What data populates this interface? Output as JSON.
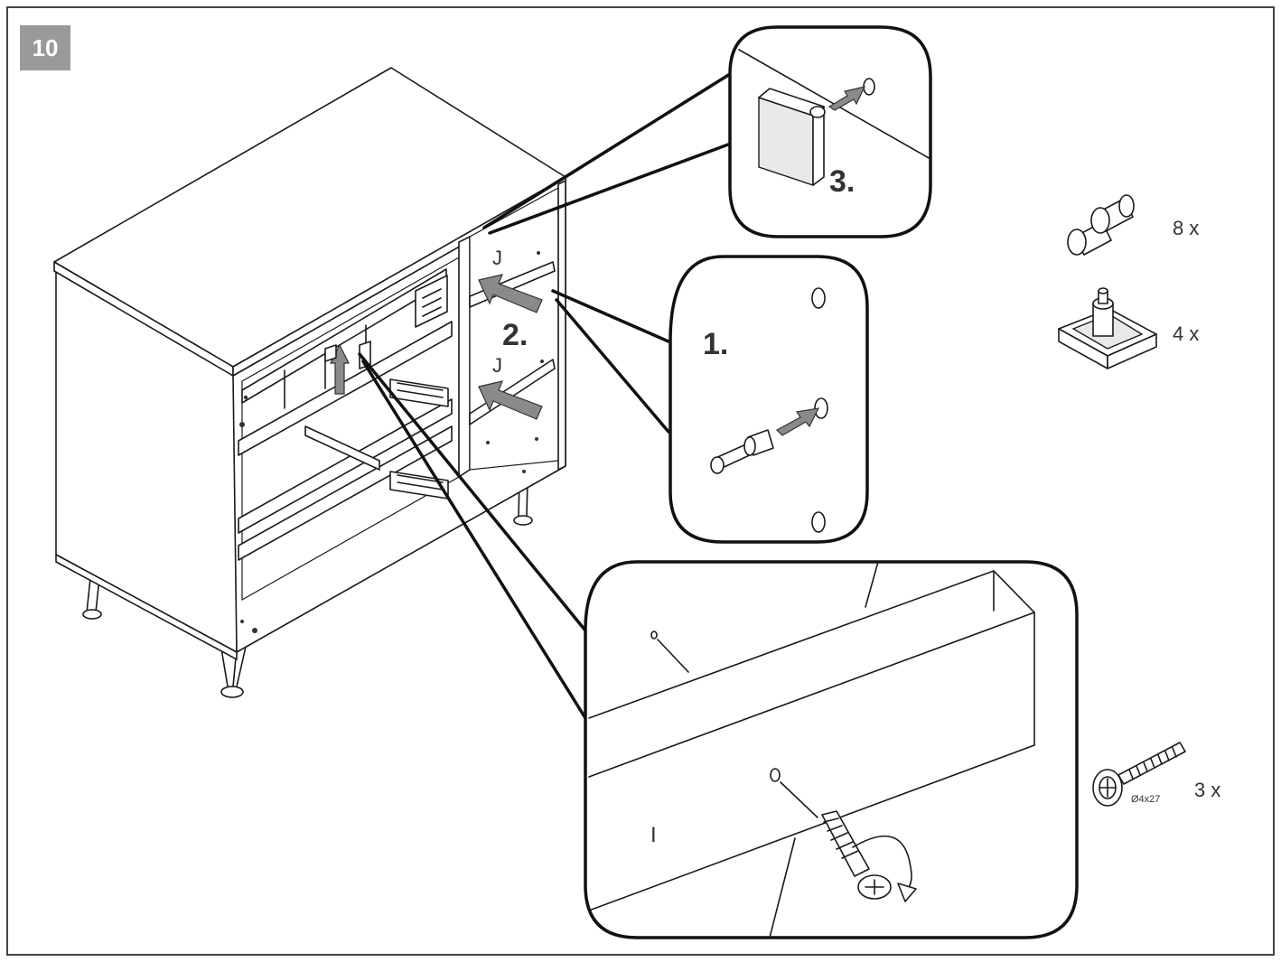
{
  "step": {
    "number": "10"
  },
  "callouts": {
    "top_step": "3.",
    "right_step": "1.",
    "cabinet_step": "2.",
    "shelf_upper_label": "J",
    "shelf_lower_label": "J",
    "panel_label": "I"
  },
  "parts": [
    {
      "icon": "shelf-pin-icon",
      "quantity": "8 x"
    },
    {
      "icon": "shelf-support-icon",
      "quantity": "4 x"
    },
    {
      "icon": "screw-icon",
      "quantity": "3 x",
      "size": "Ø4x27"
    }
  ],
  "colors": {
    "badge_bg": "#9a9a9a",
    "badge_text": "#ffffff",
    "line": "#1a1a1a",
    "arrow": "#8a8a8a"
  }
}
